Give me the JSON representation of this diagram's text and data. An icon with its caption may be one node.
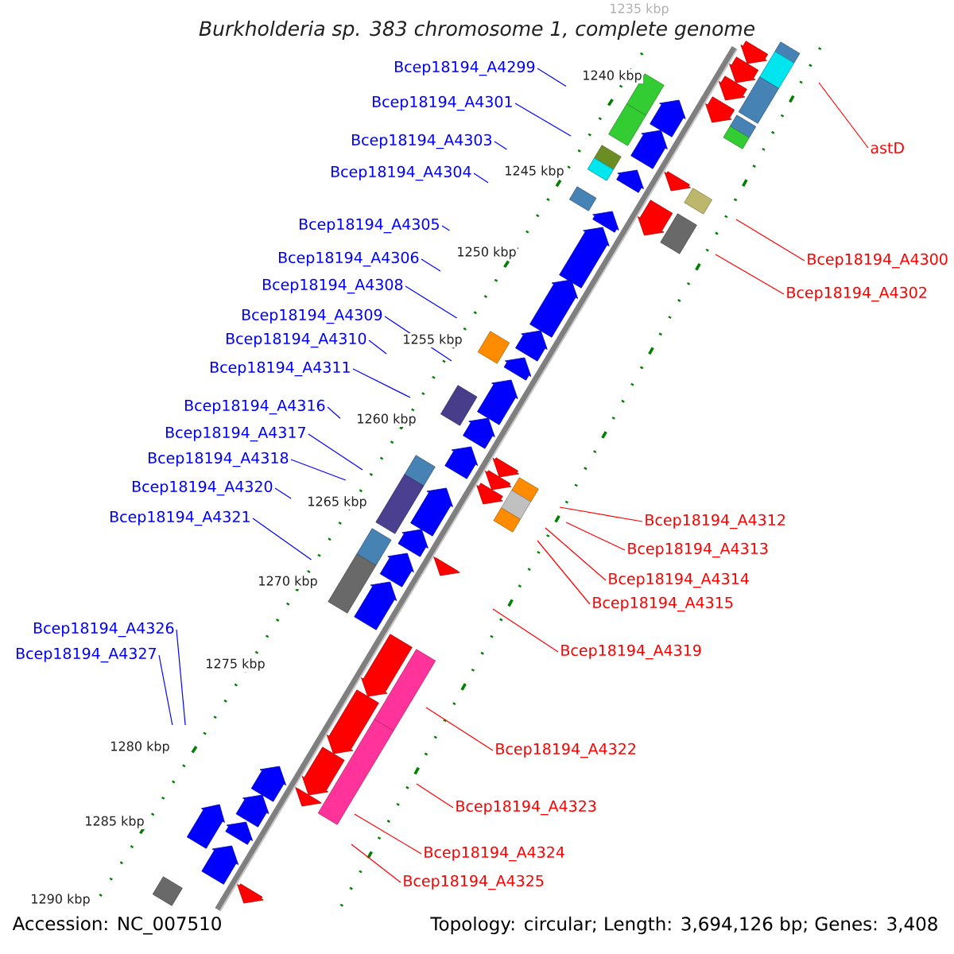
{
  "diagram": {
    "title": "Burkholderia sp. 383 chromosome 1, complete genome",
    "nodes": [
      {
        "text": [
          "Bcep18194_A4299"
        ]
      },
      {
        "text": [
          "Bcep18194_A4301"
        ]
      },
      {
        "text": [
          "Bcep18194_A4303"
        ]
      },
      {
        "text": [
          "Bcep18194_A4304"
        ]
      },
      {
        "text": [
          "Bcep18194_A4305"
        ]
      },
      {
        "text": [
          "Bcep18194_A4306"
        ]
      },
      {
        "text": [
          "Bcep18194_A4308"
        ]
      },
      {
        "text": [
          "Bcep18194_A4309"
        ]
      },
      {
        "text": [
          "Bcep18194_A4310"
        ]
      },
      {
        "text": [
          "Bcep18194_A4311"
        ]
      },
      {
        "text": [
          "Bcep18194_A4316"
        ]
      },
      {
        "text": [
          "Bcep18194_A4317"
        ]
      },
      {
        "text": [
          "Bcep18194_A4318"
        ]
      },
      {
        "text": [
          "Bcep18194_A4320"
        ]
      },
      {
        "text": [
          "Bcep18194_A4321"
        ]
      },
      {
        "text": [
          "Bcep18194_A4326"
        ]
      },
      {
        "text": [
          "Bcep18194_A4327"
        ]
      },
      {
        "text": [
          "astD"
        ]
      },
      {
        "text": [
          "Bcep18194_A4300"
        ]
      },
      {
        "text": [
          "Bcep18194_A4302"
        ]
      },
      {
        "text": [
          "Bcep18194_A4312"
        ]
      },
      {
        "text": [
          "Bcep18194_A4313"
        ]
      },
      {
        "text": [
          "Bcep18194_A4314"
        ]
      },
      {
        "text": [
          "Bcep18194_A4315"
        ]
      },
      {
        "text": [
          "Bcep18194_A4319"
        ]
      },
      {
        "text": [
          "Bcep18194_A4322"
        ]
      },
      {
        "text": [
          "Bcep18194_A4323"
        ]
      },
      {
        "text": [
          "Bcep18194_A4324"
        ]
      },
      {
        "text": [
          "Bcep18194_A4325"
        ]
      }
    ],
    "edges": [
      {
        "from": 0,
        "to": null,
        "arrow": "none"
      },
      {
        "from": 1,
        "to": null,
        "arrow": "none"
      },
      {
        "from": 2,
        "to": null,
        "arrow": "none"
      },
      {
        "from": 3,
        "to": null,
        "arrow": "none"
      },
      {
        "from": 4,
        "to": null,
        "arrow": "none"
      },
      {
        "from": 5,
        "to": null,
        "arrow": "none"
      },
      {
        "from": 6,
        "to": null,
        "arrow": "none"
      },
      {
        "from": 7,
        "to": null,
        "arrow": "none"
      },
      {
        "from": 8,
        "to": null,
        "arrow": "none"
      },
      {
        "from": 9,
        "to": null,
        "arrow": "none"
      },
      {
        "from": 10,
        "to": null,
        "arrow": "none"
      },
      {
        "from": 11,
        "to": null,
        "arrow": "none"
      },
      {
        "from": 12,
        "to": null,
        "arrow": "none"
      },
      {
        "from": 13,
        "to": null,
        "arrow": "none"
      },
      {
        "from": 14,
        "to": null,
        "arrow": "none"
      },
      {
        "from": 15,
        "to": null,
        "arrow": "none"
      },
      {
        "from": 16,
        "to": null,
        "arrow": "none"
      },
      {
        "from": 17,
        "to": null,
        "arrow": "none",
        "color": "#ff0000"
      },
      {
        "from": 18,
        "to": null,
        "arrow": "none",
        "color": "#ff0000"
      },
      {
        "from": 19,
        "to": null,
        "arrow": "none",
        "color": "#ff0000"
      },
      {
        "from": 20,
        "to": null,
        "arrow": "none",
        "color": "#ff0000"
      },
      {
        "from": 21,
        "to": null,
        "arrow": "none",
        "color": "#ff0000"
      },
      {
        "from": 22,
        "to": null,
        "arrow": "none",
        "color": "#ff0000"
      },
      {
        "from": 23,
        "to": null,
        "arrow": "none",
        "color": "#ff0000"
      },
      {
        "from": 24,
        "to": null,
        "arrow": "none",
        "color": "#ff0000"
      },
      {
        "from": 25,
        "to": null,
        "arrow": "none",
        "color": "#ff0000"
      },
      {
        "from": 26,
        "to": null,
        "arrow": "none",
        "color": "#ff0000"
      },
      {
        "from": 27,
        "to": null,
        "arrow": "none",
        "color": "#ff0000"
      },
      {
        "from": 28,
        "to": null,
        "arrow": "none",
        "color": "#ff0000"
      }
    ],
    "labels": [
      "1235 kbp",
      "1240 kbp",
      "1245 kbp",
      "1250 kbp",
      "1255 kbp",
      "1260 kbp",
      "1265 kbp",
      "1270 kbp",
      "1275 kbp",
      "1280 kbp",
      "1285 kbp",
      "1290 kbp",
      "Accession: NC_007510",
      "Topology: circular; Length: 3,694,126 bp; Genes: 3,408"
    ]
  }
}
